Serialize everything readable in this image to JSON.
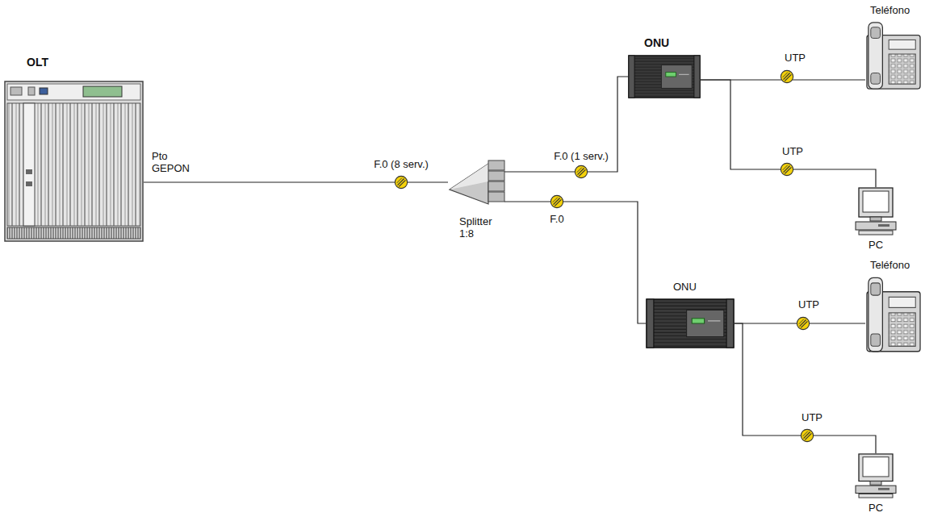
{
  "diagram": {
    "nodes": [
      {
        "text": [
          "OLT",
          "Pto GEPON"
        ]
      },
      {
        "text": [
          "Splitter 1:8"
        ]
      },
      {
        "text": [
          "ONU"
        ]
      },
      {
        "text": [
          "Teléfono"
        ]
      },
      {
        "text": [
          "PC"
        ]
      },
      {
        "text": [
          "ONU"
        ]
      },
      {
        "text": [
          "Teléfono"
        ]
      },
      {
        "text": [
          "PC"
        ]
      }
    ],
    "edges": [
      {
        "from": 0,
        "to": 1,
        "arrow": "none",
        "label": "F.0 (8 serv.)"
      },
      {
        "from": 1,
        "to": 2,
        "arrow": "none",
        "label": "F.0 (1 serv.)"
      },
      {
        "from": 1,
        "to": 5,
        "arrow": "none",
        "label": "F.0"
      },
      {
        "from": 2,
        "to": 3,
        "arrow": "none",
        "label": "UTP"
      },
      {
        "from": 2,
        "to": 4,
        "arrow": "none",
        "label": "UTP"
      },
      {
        "from": 5,
        "to": 6,
        "arrow": "none",
        "label": "UTP"
      },
      {
        "from": 5,
        "to": 7,
        "arrow": "none",
        "label": "UTP"
      }
    ]
  }
}
